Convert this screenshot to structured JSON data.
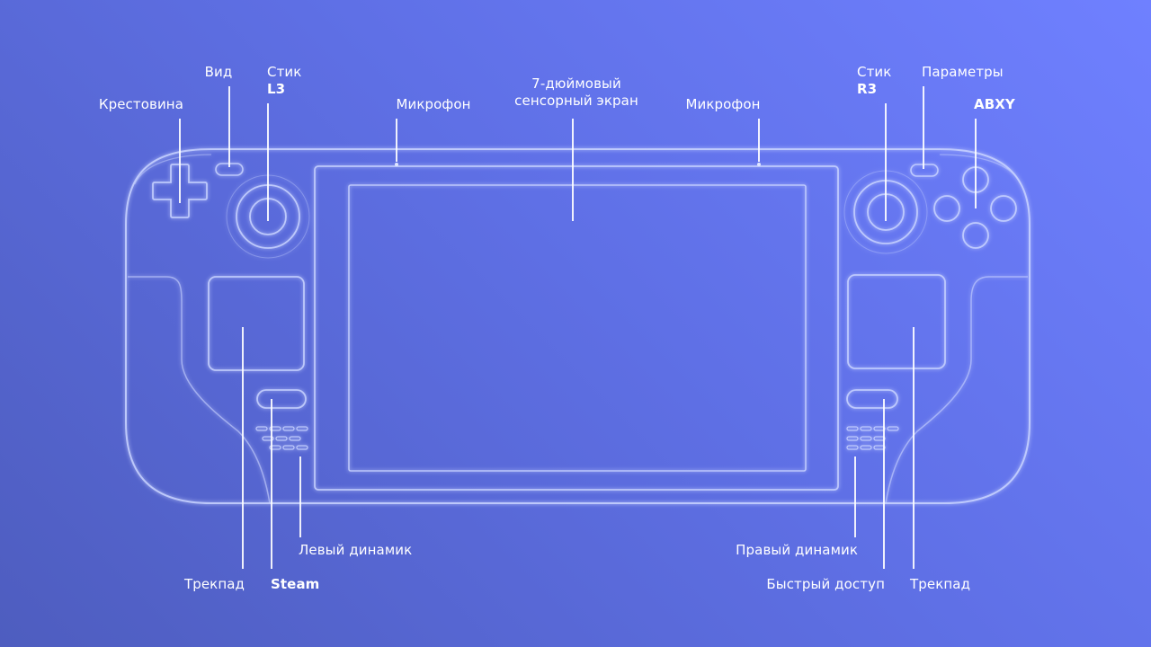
{
  "labels": {
    "dpad": "Крестовина",
    "view": "Вид",
    "stick_l_line1": "Стик",
    "stick_l_line2": "L3",
    "mic_left": "Микрофон",
    "screen_line1": "7-дюймовый",
    "screen_line2": "сенсорный экран",
    "mic_right": "Микрофон",
    "stick_r_line1": "Стик",
    "stick_r_line2": "R3",
    "options": "Параметры",
    "abxy": "ABXY",
    "trackpad_left": "Трекпад",
    "steam": "Steam",
    "speaker_left": "Левый динамик",
    "speaker_right": "Правый динамик",
    "quick_access": "Быстрый доступ",
    "trackpad_right": "Трекпад"
  },
  "colors": {
    "background_start": "#6f80ff",
    "background_end": "#4e5dbf",
    "outline": "#c9d4ff",
    "text": "#ffffff"
  }
}
